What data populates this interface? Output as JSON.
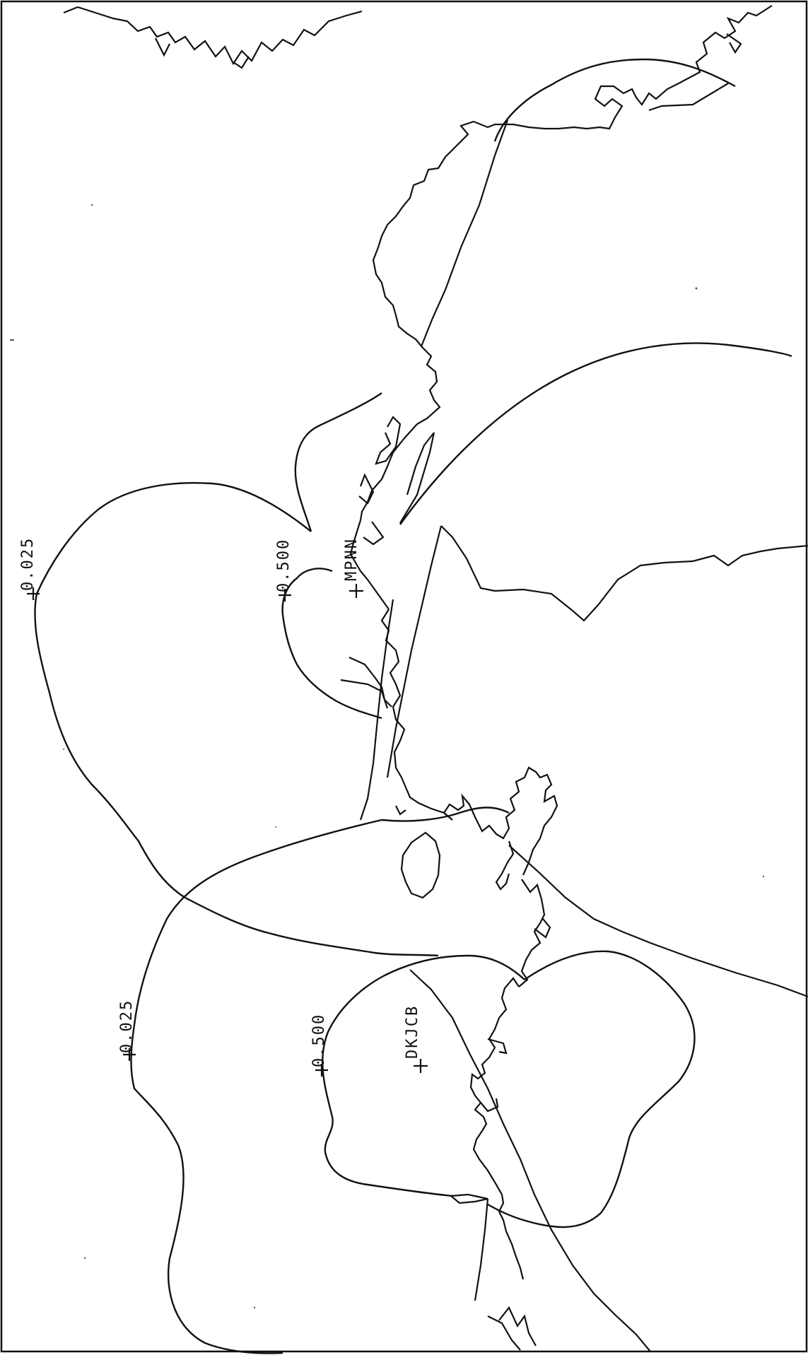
{
  "map": {
    "border_color": "#111111",
    "background": "#ffffff",
    "stations": [
      {
        "id": "top",
        "label": "MPNN"
      },
      {
        "id": "bottom",
        "label": "DKJCB"
      }
    ],
    "contour_labels": {
      "top_outer": "0.025",
      "top_inner": "0.500",
      "bottom_outer": "0.025",
      "bottom_inner": "0.500"
    }
  }
}
